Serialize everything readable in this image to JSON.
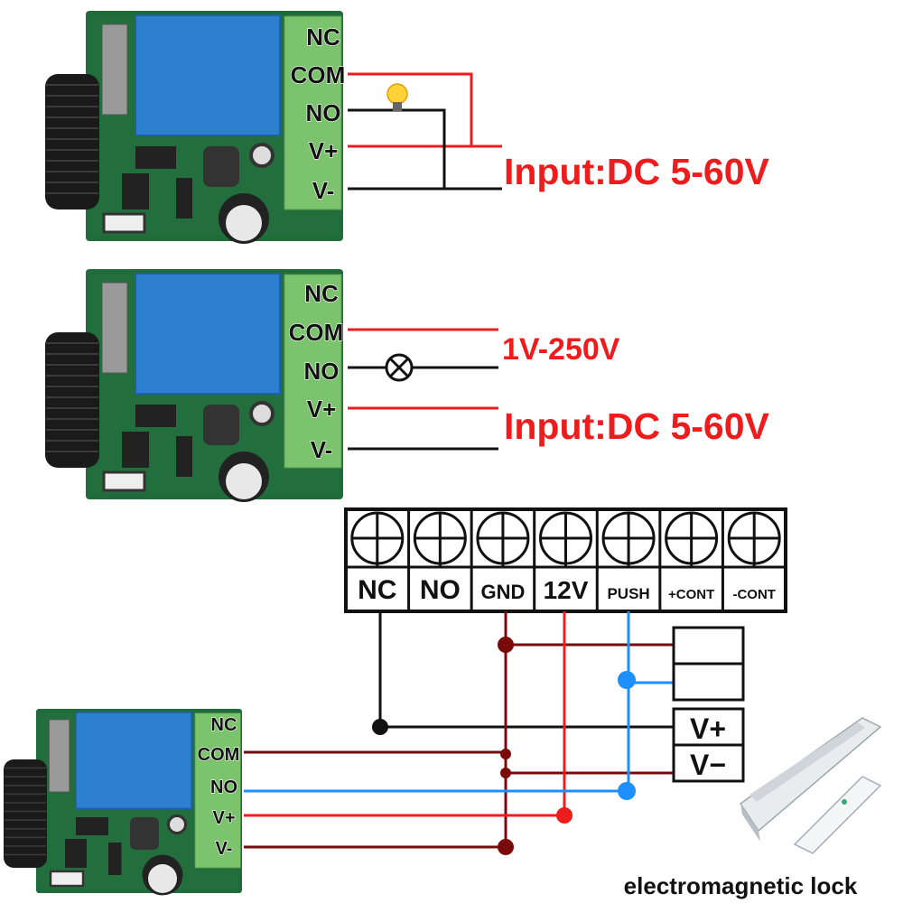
{
  "colors": {
    "live": "#ee1c1c",
    "neutral": "#111111",
    "ground": "#7a0a0a",
    "signal": "#1e8fff",
    "pcb": "#1f6b3a",
    "relay": "#2d7fd0",
    "terminal": "#7cc36e"
  },
  "diagram1": {
    "terminals": [
      "NC",
      "COM",
      "NO",
      "V+",
      "V-"
    ],
    "load_icon": "light-bulb-icon",
    "input_label": "Input:DC 5-60V"
  },
  "diagram2": {
    "terminals": [
      "NC",
      "COM",
      "NO",
      "V+",
      "V-"
    ],
    "load_icon": "lamp-symbol-icon",
    "load_voltage_label": "1V-250V",
    "input_label": "Input:DC 5-60V"
  },
  "diagram3": {
    "relay_terminals": [
      "NC",
      "COM",
      "NO",
      "V+",
      "V-"
    ],
    "controller_terminals": [
      "NC",
      "NO",
      "GND",
      "12V",
      "PUSH",
      "+CONT",
      "-CONT"
    ],
    "lock_terminals": [
      "V+",
      "V−"
    ],
    "lock_caption": "electromagnetic lock"
  }
}
